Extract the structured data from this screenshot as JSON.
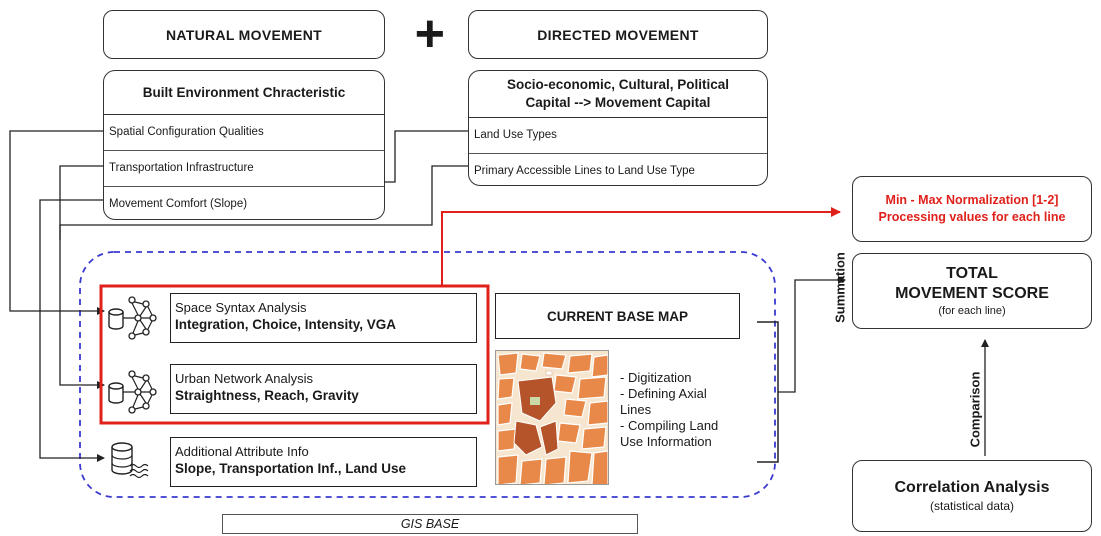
{
  "natural_movement": "NATURAL MOVEMENT",
  "plus": "+",
  "directed_movement": "DIRECTED MOVEMENT",
  "built_env": {
    "title": "Built Environment Chracteristic",
    "rows": [
      "Spatial Configuration Qualities",
      "Transportation Infrastructure",
      "Movement Comfort (Slope)"
    ]
  },
  "socio": {
    "title_line1": "Socio-economic, Cultural, Political",
    "title_line2": "Capital --> Movement Capital",
    "rows": [
      "Land Use Types",
      "Primary Accessible Lines to Land Use Type"
    ]
  },
  "space_syntax": {
    "title": "Space Syntax Analysis",
    "detail": "Integration, Choice, Intensity, VGA"
  },
  "urban_network": {
    "title": "Urban Network Analysis",
    "detail": "Straightness, Reach, Gravity"
  },
  "additional": {
    "title": "Additional Attribute Info",
    "detail": "Slope, Transportation Inf., Land Use"
  },
  "current_base_map": "CURRENT BASE MAP",
  "map_notes": [
    "- Digitization",
    "- Defining Axial",
    "Lines",
    "- Compiling Land",
    "Use Information"
  ],
  "gis_base": "GIS BASE",
  "normalization": {
    "line1": "Min - Max Normalization [1-2]",
    "line2": "Processing values for each line"
  },
  "total": {
    "line1": "TOTAL",
    "line2": "MOVEMENT SCORE",
    "line3": "(for each line)"
  },
  "summation": "Summation",
  "comparison": "Comparison",
  "correlation": {
    "title": "Correlation Analysis",
    "sub": "(statistical data)"
  },
  "colors": {
    "red": "#e0201b",
    "blue_dash": "#3a3ad0",
    "map_orange": "#e8894a",
    "map_brown": "#b5542a"
  },
  "icons": {
    "network": "network-database-icon",
    "database": "database-waves-icon"
  }
}
